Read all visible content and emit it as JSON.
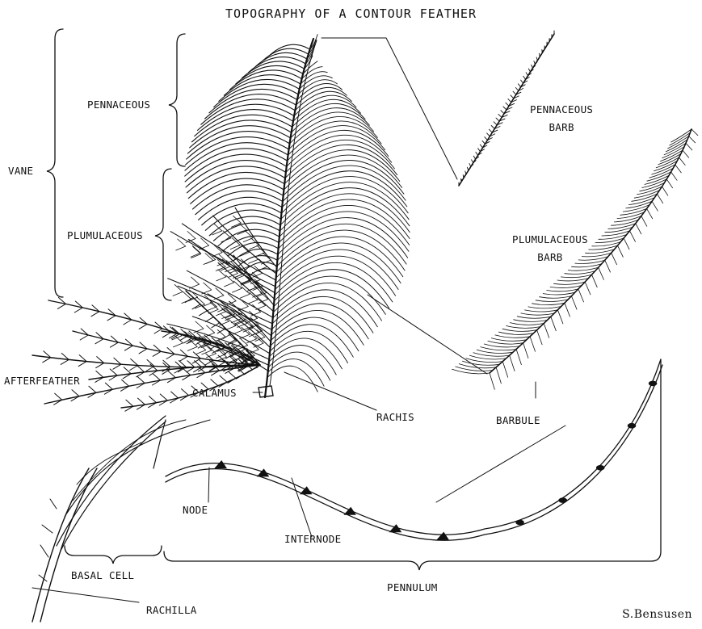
{
  "figure": {
    "title": "TOPOGRAPHY OF A CONTOUR FEATHER",
    "labels": {
      "vane": "VANE",
      "pennaceous": "PENNACEOUS",
      "plumulaceous": "PLUMULACEOUS",
      "afterfeather": "AFTERFEATHER",
      "calamus": "CALAMUS",
      "rachis": "RACHIS",
      "pennaceous_barb": "PENNACEOUS\nBARB",
      "plumulaceous_barb": "PLUMULACEOUS\nBARB",
      "barbule": "BARBULE",
      "node": "NODE",
      "internode": "INTERNODE",
      "basal_cell": "BASAL CELL",
      "pennulum": "PENNULUM",
      "rachilla": "RACHILLA"
    },
    "signature": "S.Bensusen"
  }
}
